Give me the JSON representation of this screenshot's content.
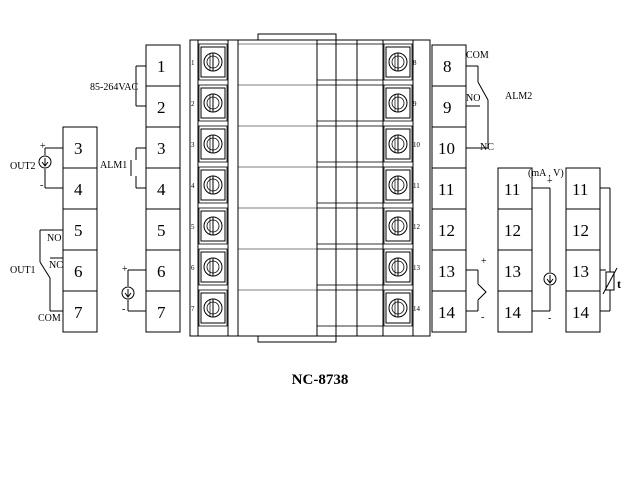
{
  "title": "NC-8738",
  "power": {
    "label": "85-264VAC",
    "terminals": [
      "1",
      "2"
    ]
  },
  "alm1": {
    "label": "ALM1",
    "terminals": [
      "3",
      "4"
    ]
  },
  "input_left": {
    "terminals": [
      "5",
      "6",
      "7"
    ],
    "plus": "+",
    "minus": "-"
  },
  "out2": {
    "label": "OUT2",
    "terminals": [
      "3",
      "4"
    ],
    "plus": "+",
    "minus": "-"
  },
  "out1": {
    "label": "OUT1",
    "terminals": [
      "5",
      "6",
      "7"
    ],
    "no": "NO",
    "nc": "NC",
    "com": "COM"
  },
  "alm2": {
    "label": "ALM2",
    "com": "COM",
    "no": "NO",
    "nc": "NC",
    "terminals": [
      "8",
      "9",
      "10"
    ]
  },
  "right_strip": {
    "terminals": [
      "11",
      "12",
      "13",
      "14"
    ],
    "plus": "+",
    "minus": "-"
  },
  "ma_v": {
    "label": "(mA , V)",
    "terminals": [
      "11",
      "12",
      "13",
      "14"
    ],
    "plus": "+",
    "minus": "-"
  },
  "rtd": {
    "label": "t",
    "terminals": [
      "11",
      "12",
      "13",
      "14"
    ]
  },
  "module_left_numbers": [
    "1",
    "2",
    "3",
    "4",
    "5",
    "6",
    "7"
  ],
  "module_right_numbers": [
    "8",
    "9",
    "10",
    "11",
    "12",
    "13",
    "14"
  ]
}
